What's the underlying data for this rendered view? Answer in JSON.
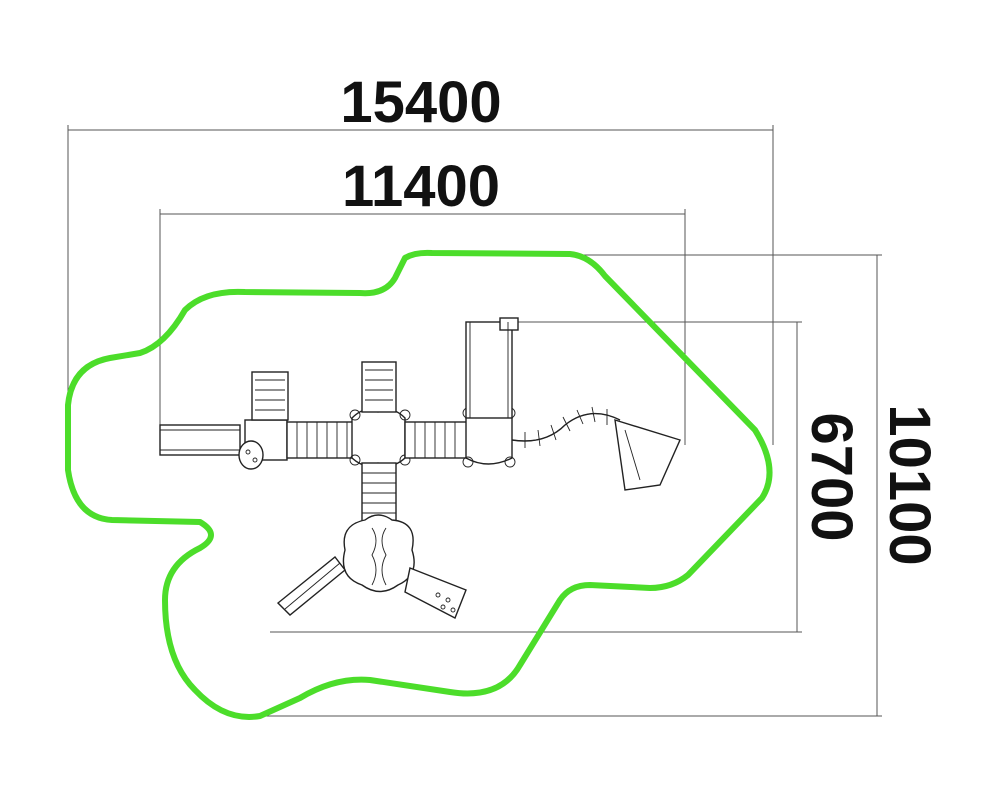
{
  "dimensions": {
    "overall_width": "15400",
    "structure_width": "11400",
    "structure_depth": "6700",
    "overall_depth": "10100"
  },
  "colors": {
    "safety_zone": "#4cdd2a",
    "drawing": "#222222",
    "dimension_lines": "#555555"
  }
}
